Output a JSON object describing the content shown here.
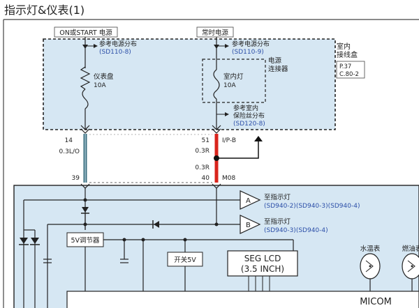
{
  "title": "指示灯&仪表(1)",
  "power_sources": {
    "on_start": "ON或START 电源",
    "constant": "常时电源"
  },
  "refs": {
    "ref1_label": "参考电源分布",
    "ref1_code": "(SD110-8)",
    "ref2_label": "参考电源分布",
    "ref2_code": "(SD110-9)",
    "ref3_line1": "参考室内",
    "ref3_line2": "保险丝分布",
    "ref3_code": "(SD120-8)"
  },
  "fuses": {
    "cluster_name": "仪表盘",
    "cluster_rating": "10A",
    "room_name": "室内灯",
    "room_rating": "10A"
  },
  "connector_label_line1": "电源",
  "connector_label_line2": "连接器",
  "junction_box": {
    "line1": "室内",
    "line2": "接线盒",
    "page_ref1": "P.37",
    "page_ref2": "C.80-2"
  },
  "wires": {
    "left_pin_top": "14",
    "left_wire": "0.3L/O",
    "left_pin_bottom": "39",
    "right_pin_top": "51",
    "right_conn_top": "I/P-B",
    "right_wire_a": "0.3R",
    "right_wire_b": "0.3R",
    "right_pin_bottom": "40",
    "right_conn_bottom": "M08"
  },
  "buffers": [
    {
      "letter": "A",
      "label": "至指示灯",
      "refs": "(SD940-2)(SD940-3)(SD940-4)"
    },
    {
      "letter": "B",
      "label": "至指示灯",
      "refs": "(SD940-3)(SD940-4)"
    }
  ],
  "blocks": {
    "regulator": "5V调节器",
    "switch": "开关5V",
    "lcd_line1": "SEG LCD",
    "lcd_line2": "(3.5 INCH)",
    "micom": "MICOM"
  },
  "gauges": {
    "temp": "水温表",
    "fuel": "燃油表"
  },
  "colors": {
    "panel": "#d6e7f3",
    "wire_blue": "#3a6e7e",
    "wire_red": "#d9241c",
    "text_blue": "#2c4fa8"
  }
}
